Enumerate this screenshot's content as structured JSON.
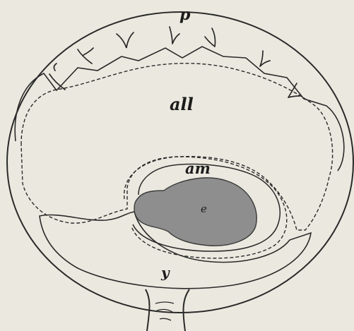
{
  "figure": {
    "labels": {
      "p": "p",
      "all": "all",
      "am": "am",
      "e": "e",
      "y": "y"
    }
  },
  "colors": {
    "paper": "#ebe9df",
    "ink": "#2a2a2a",
    "embryo_fill": "#8e8e8e"
  }
}
